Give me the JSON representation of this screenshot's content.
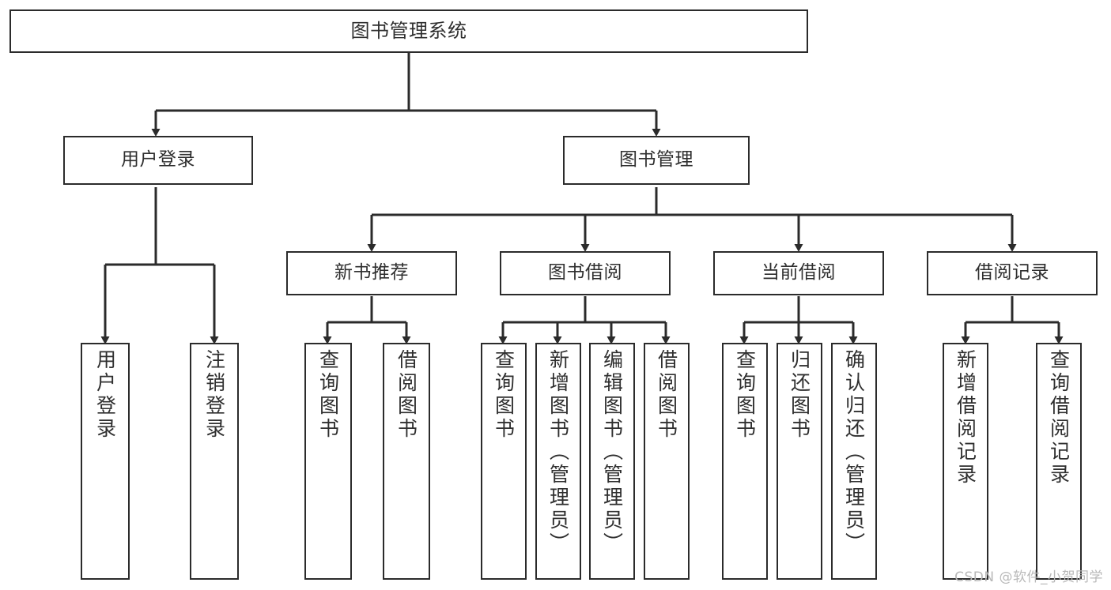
{
  "diagram": {
    "title": "图书管理系统",
    "type": "functional-structure-tree",
    "colors": {
      "stroke": "#2b2b2b",
      "text": "#2f2f2f",
      "background": "#ffffff",
      "watermark": "#b9b9b9"
    },
    "watermark": "CSDN @软件_小贺同学"
  },
  "nodes": {
    "root": {
      "label": "图书管理系统"
    },
    "level2": [
      {
        "id": "user-login",
        "label": "用户登录"
      },
      {
        "id": "book-manage",
        "label": "图书管理"
      }
    ],
    "level3": [
      {
        "id": "new-book-recommend",
        "label": "新书推荐"
      },
      {
        "id": "book-borrow",
        "label": "图书借阅"
      },
      {
        "id": "current-borrow",
        "label": "当前借阅"
      },
      {
        "id": "borrow-record",
        "label": "借阅记录"
      }
    ],
    "leaves": {
      "user-login": [
        {
          "id": "leaf-user-login",
          "label": "用户登录"
        },
        {
          "id": "leaf-user-logout",
          "label": "注销登录"
        }
      ],
      "new-book-recommend": [
        {
          "id": "leaf-query-book-1",
          "label": "查询图书"
        },
        {
          "id": "leaf-borrow-book-1",
          "label": "借阅图书"
        }
      ],
      "book-borrow": [
        {
          "id": "leaf-query-book-2",
          "label": "查询图书"
        },
        {
          "id": "leaf-add-book",
          "label": "新增图书（管理员）"
        },
        {
          "id": "leaf-edit-book",
          "label": "编辑图书（管理员）"
        },
        {
          "id": "leaf-borrow-book-2",
          "label": "借阅图书"
        }
      ],
      "current-borrow": [
        {
          "id": "leaf-query-book-3",
          "label": "查询图书"
        },
        {
          "id": "leaf-return-book",
          "label": "归还图书"
        },
        {
          "id": "leaf-confirm-return",
          "label": "确认归还（管理员）"
        }
      ],
      "borrow-record": [
        {
          "id": "leaf-add-record",
          "label": "新增借阅记录"
        },
        {
          "id": "leaf-query-record",
          "label": "查询借阅记录"
        }
      ]
    }
  }
}
